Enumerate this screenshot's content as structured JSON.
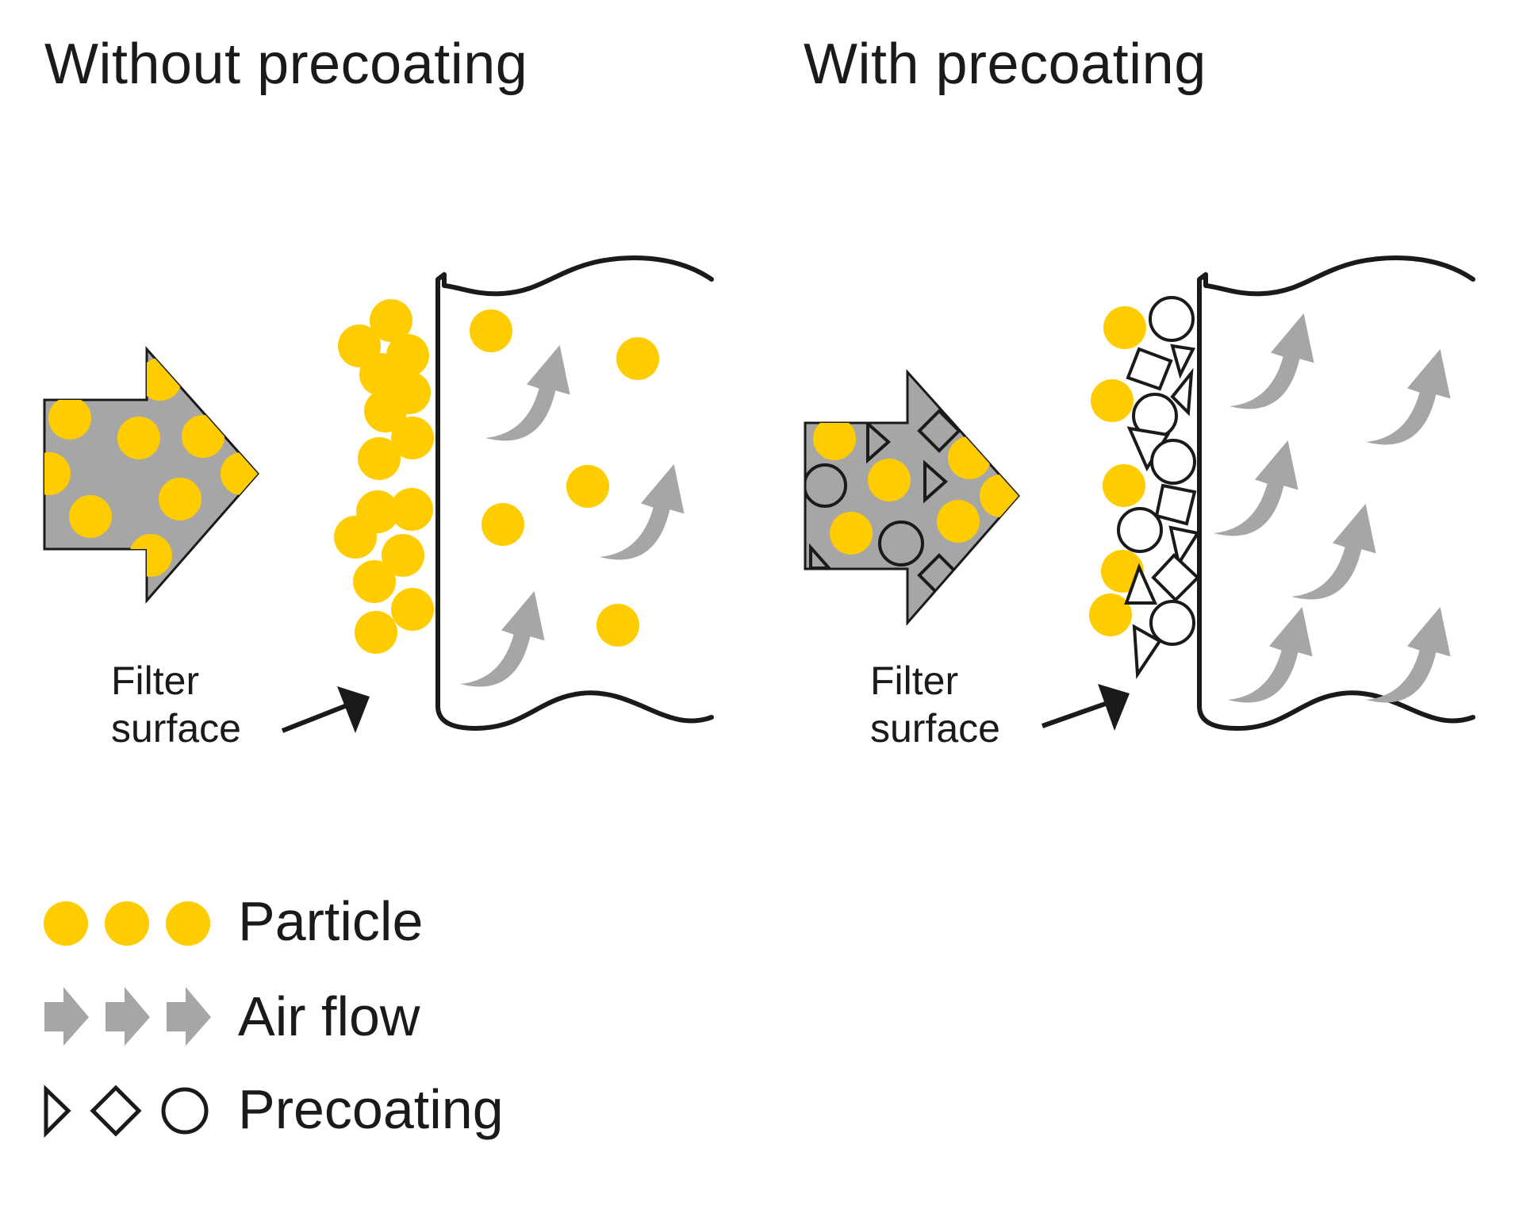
{
  "panels": {
    "left": {
      "title": "Without precoating",
      "caption_line1": "Filter",
      "caption_line2": "surface"
    },
    "right": {
      "title": "With precoating",
      "caption_line1": "Filter",
      "caption_line2": "surface"
    }
  },
  "legend": {
    "particle": "Particle",
    "air_flow": "Air flow",
    "precoating": "Precoating"
  },
  "colors": {
    "particle": "#FFCC00",
    "air": "#A6A6A6",
    "outline": "#1a1a1a"
  }
}
